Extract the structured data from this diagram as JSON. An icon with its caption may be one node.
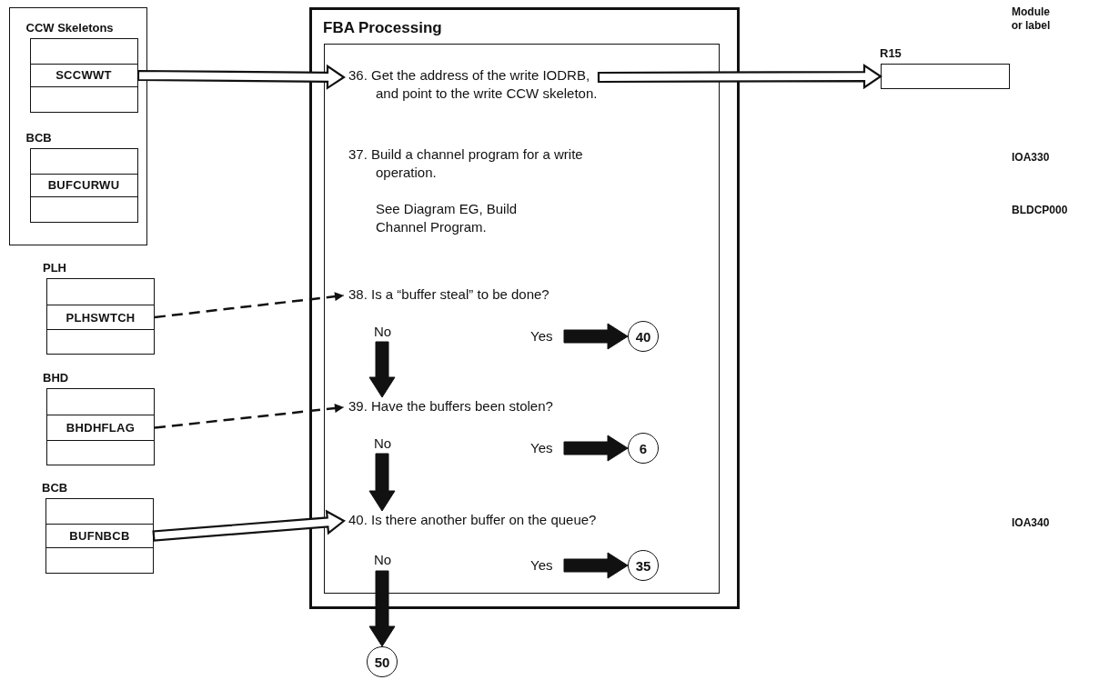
{
  "diagram": {
    "nodes": [
      {
        "text": [],
        "shape": "box"
      },
      {
        "text": [
          "CCW Skeletons"
        ],
        "in": 0
      },
      {
        "text": [
          "SCCWWT"
        ],
        "in": 1
      },
      {
        "text": [
          "BCB"
        ],
        "in": 0
      },
      {
        "text": [
          "BUFCURWU"
        ],
        "in": 3
      },
      {
        "text": [
          "PLH"
        ]
      },
      {
        "text": [
          "PLHSWTCH"
        ],
        "in": 5
      },
      {
        "text": [
          "BHD"
        ]
      },
      {
        "text": [
          "BHDHFLAG"
        ],
        "in": 7
      },
      {
        "text": [
          "BCB"
        ]
      },
      {
        "text": [
          "BUFNBCB"
        ],
        "in": 9
      },
      {
        "text": [
          "FBA Processing"
        ]
      },
      {
        "text": [],
        "shape": "box",
        "in": 11
      },
      {
        "text": [
          "36. Get the address of the write IODRB, and point to the write CCW skeleton."
        ],
        "in": 12
      },
      {
        "text": [
          "37. Build a channel program for a write operation.",
          "See Diagram EG, Build Channel Program."
        ],
        "in": 12
      },
      {
        "text": [
          "38. Is a “buffer steal” to be done?"
        ],
        "in": 12
      },
      {
        "text": [
          "39. Have the buffers been stolen?"
        ],
        "in": 12
      },
      {
        "text": [
          "40. Is there another buffer on the queue?"
        ],
        "in": 12
      },
      {
        "text": [
          "40"
        ],
        "in": 12
      },
      {
        "text": [
          "6"
        ],
        "in": 12
      },
      {
        "text": [
          "35"
        ],
        "in": 12
      },
      {
        "text": [
          "50"
        ]
      },
      {
        "text": [
          "R15"
        ]
      }
    ],
    "edges": [
      {
        "from": 2,
        "to": 13,
        "arrow": "to"
      },
      {
        "from": 6,
        "to": 15,
        "arrow": "to",
        "style": "dashed"
      },
      {
        "from": 8,
        "to": 16,
        "arrow": "to",
        "style": "dashed"
      },
      {
        "from": 10,
        "to": 17,
        "arrow": "to"
      },
      {
        "from": 13,
        "to": 22,
        "arrow": "to"
      },
      {
        "from": 15,
        "to": 18,
        "arrow": "to",
        "label": "Yes",
        "style": "thick"
      },
      {
        "from": 15,
        "to": 16,
        "arrow": "to",
        "label": "No",
        "style": "thick"
      },
      {
        "from": 16,
        "to": 19,
        "arrow": "to",
        "label": "Yes",
        "style": "thick"
      },
      {
        "from": 16,
        "to": 17,
        "arrow": "to",
        "label": "No",
        "style": "thick"
      },
      {
        "from": 17,
        "to": 20,
        "arrow": "to",
        "label": "Yes",
        "style": "thick"
      },
      {
        "from": 17,
        "to": 21,
        "arrow": "to",
        "label": "No",
        "style": "thick"
      }
    ],
    "labels": [
      "Module or label",
      "IOA330",
      "BLDCP000",
      "IOA340"
    ]
  }
}
